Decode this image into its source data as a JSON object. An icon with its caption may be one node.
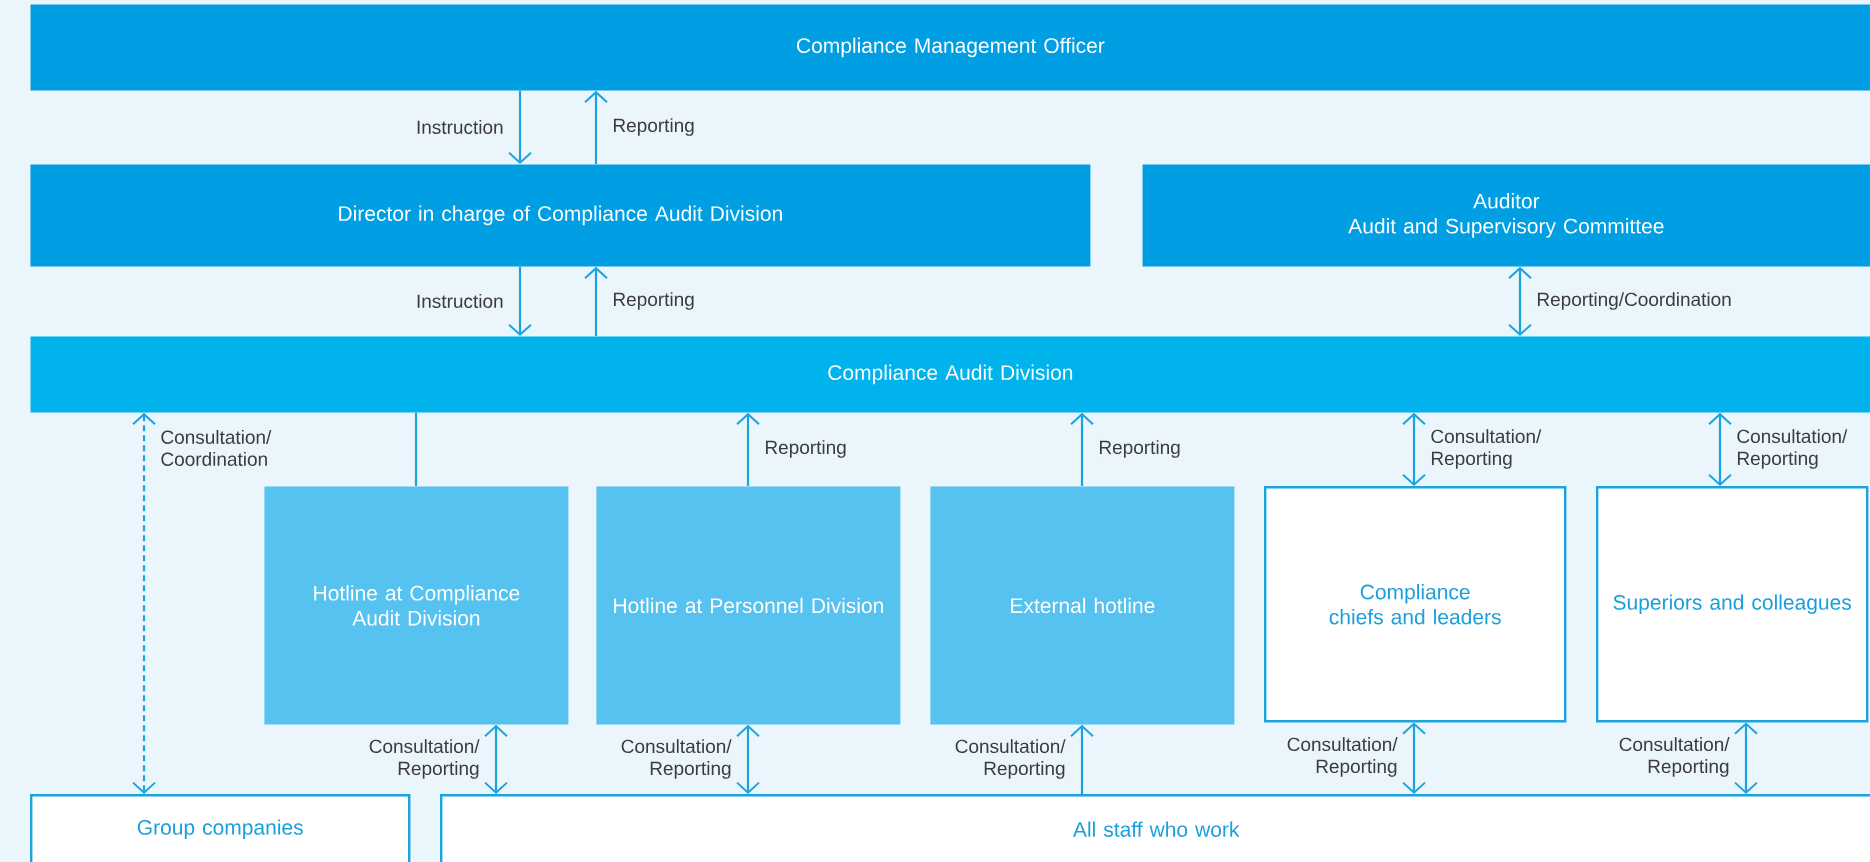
{
  "diagram": {
    "nodes": [
      {
        "text": [
          "Compliance Management Officer"
        ]
      },
      {
        "text": [
          "Director in charge of Compliance Audit Division"
        ]
      },
      {
        "text": [
          "Auditor",
          "Audit and Supervisory Committee"
        ]
      },
      {
        "text": [
          "Compliance Audit Division"
        ]
      },
      {
        "text": [
          "Hotline at Compliance Audit Division"
        ]
      },
      {
        "text": [
          "Hotline at Personnel Division"
        ]
      },
      {
        "text": [
          "External hotline"
        ]
      },
      {
        "text": [
          "Compliance chiefs and leaders"
        ]
      },
      {
        "text": [
          "Superiors and colleagues"
        ]
      },
      {
        "text": [
          "Group companies"
        ]
      },
      {
        "text": [
          "All staff who work"
        ]
      }
    ],
    "edges": [
      {
        "from": 0,
        "to": 1,
        "arrow": "to",
        "label": "Instruction"
      },
      {
        "from": 1,
        "to": 0,
        "arrow": "to",
        "label": "Reporting"
      },
      {
        "from": 1,
        "to": 3,
        "arrow": "to",
        "label": "Instruction"
      },
      {
        "from": 3,
        "to": 1,
        "arrow": "to",
        "label": "Reporting"
      },
      {
        "from": 2,
        "to": 3,
        "arrow": "both",
        "label": "Reporting/Coordination"
      },
      {
        "from": 3,
        "to": 9,
        "arrow": "both",
        "label": "Consultation/ Coordination",
        "style": "dashed"
      },
      {
        "from": 4,
        "to": 3,
        "arrow": "none"
      },
      {
        "from": 5,
        "to": 3,
        "arrow": "to",
        "label": "Reporting"
      },
      {
        "from": 6,
        "to": 3,
        "arrow": "to",
        "label": "Reporting"
      },
      {
        "from": 3,
        "to": 7,
        "arrow": "both",
        "label": "Consultation/ Reporting"
      },
      {
        "from": 3,
        "to": 8,
        "arrow": "both",
        "label": "Consultation/ Reporting"
      },
      {
        "from": 4,
        "to": 10,
        "arrow": "both",
        "label": "Consultation/ Reporting"
      },
      {
        "from": 5,
        "to": 10,
        "arrow": "both",
        "label": "Consultation/ Reporting"
      },
      {
        "from": 10,
        "to": 6,
        "arrow": "to",
        "label": "Consultation/ Reporting"
      },
      {
        "from": 7,
        "to": 10,
        "arrow": "both",
        "label": "Consultation/ Reporting"
      },
      {
        "from": 8,
        "to": 10,
        "arrow": "both",
        "label": "Consultation/ Reporting"
      }
    ]
  }
}
